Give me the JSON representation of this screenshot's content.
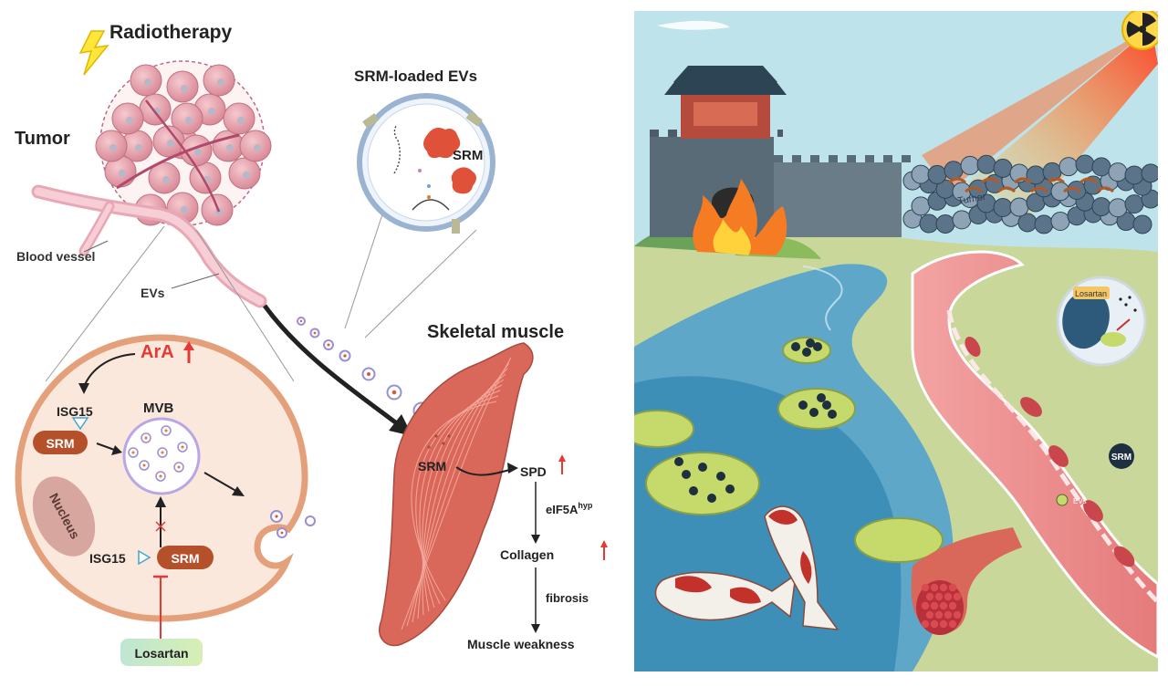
{
  "left": {
    "radiotherapy": "Radiotherapy",
    "tumor": "Tumor",
    "blood_vessel": "Blood vessel",
    "evs": "EVs",
    "srm_loaded_evs": "SRM-loaded EVs",
    "srm_in_ev": "SRM",
    "skeletal_muscle": "Skeletal muscle",
    "cell": {
      "ara": "ArA",
      "isg15_top": "ISG15",
      "srm_top": "SRM",
      "mvb": "MVB",
      "nucleus": "Nucleus",
      "isg15_bottom": "ISG15",
      "srm_bottom": "SRM",
      "losartan": "Losartan"
    },
    "muscle": {
      "srm": "SRM",
      "spd": "SPD",
      "eif5a": "eIF5A",
      "eif5a_sup": "hyp",
      "collagen": "Collagen",
      "fibrosis": "fibrosis",
      "muscle_weakness": "Muscle weakness"
    },
    "colors": {
      "up_arrow": "#e53935",
      "srm_pill": "#b5512a",
      "cell_fill": "#fbe8dc",
      "cell_border": "#e3a07a",
      "muscle": "#d9685a",
      "ev_ring": "#9a8fd0",
      "losartan_a": "#bfe6d3",
      "losartan_b": "#d6efb4"
    }
  },
  "right": {
    "tumor_label": "Tumor",
    "inset_losartan": "Losartan",
    "srm_badge": "SRM",
    "evs_small": "EVs",
    "colors": {
      "sky": "#bfe3ea",
      "grass": "#c9d79a",
      "river": "#5ea7c9",
      "lake": "#3d8fb8",
      "vessel": "#e98a8a",
      "wall": "#5a6b78",
      "fire": "#f57c22"
    }
  }
}
